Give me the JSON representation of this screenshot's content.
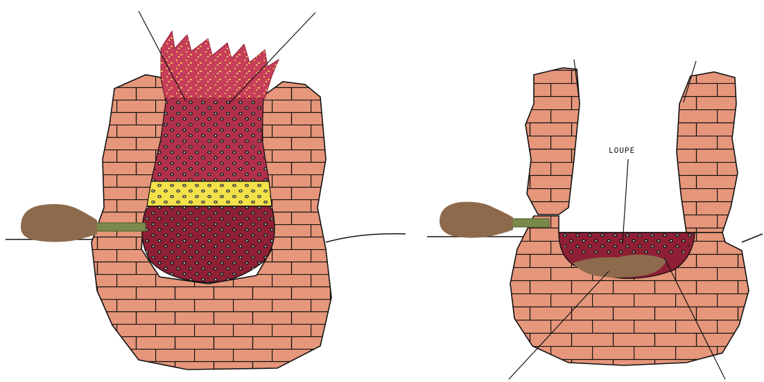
{
  "labels": {
    "loupe": "LOUPE"
  },
  "colors": {
    "background": "#ffffff",
    "brick": "#E6967A",
    "mortar": "#111111",
    "flame": "#C73E5A",
    "flame_spark": "#F2D04C",
    "charge": "#B0304A",
    "melt": "#8E1F34",
    "slag_band": "#F2E14A",
    "ore_dot": "#2A2A2A",
    "ore_dot_core": "#C9C9C9",
    "bellows": "#8E6A4C",
    "tuyere": "#7A8A4A",
    "slag_pool": "#8E6A4C"
  },
  "diagram": {
    "left": {
      "name": "furnace-in-operation",
      "parts": [
        "bellows",
        "tuyere",
        "masonry",
        "shaft",
        "flames",
        "slag-band",
        "hearth"
      ]
    },
    "right": {
      "name": "furnace-after-smelting",
      "parts": [
        "bellows",
        "tuyere",
        "masonry",
        "open-shaft",
        "loupe",
        "slag"
      ]
    }
  }
}
